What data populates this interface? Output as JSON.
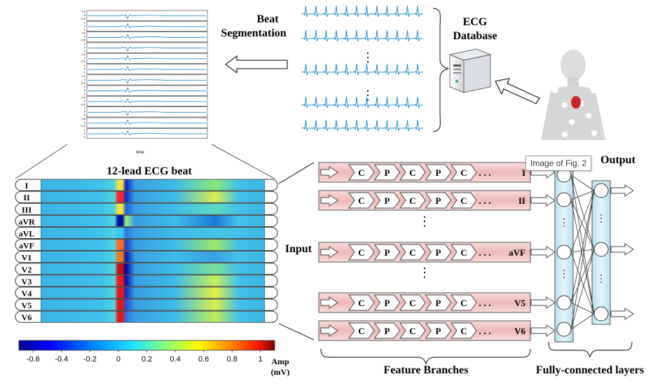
{
  "titles": {
    "beat_segmentation": [
      "Beat",
      "Segmentation"
    ],
    "ecg_database": [
      "ECG",
      "Database"
    ],
    "heatmap_title": "12-lead ECG beat",
    "input": "Input",
    "output": "Output",
    "feature_branches": "Feature Branches",
    "fc_layers": "Fully-connected layers",
    "amp_label": [
      "Amp",
      "(mV)"
    ],
    "time_label": "time"
  },
  "leads": [
    "I",
    "II",
    "III",
    "aVR",
    "aVL",
    "aVF",
    "V1",
    "V2",
    "V3",
    "V4",
    "V5",
    "V6"
  ],
  "branch_labels": [
    "I",
    "II",
    "aVF",
    "V5",
    "V6"
  ],
  "branch_blocks": [
    "C",
    "P",
    "C",
    "P",
    "C"
  ],
  "ellipsis": ". . .",
  "vertical_dots": "⋮",
  "colorbar": {
    "ticks": [
      "-0.6",
      "-0.4",
      "-0.2",
      "0",
      "0.2",
      "0.4",
      "0.6",
      "0.8",
      "1"
    ],
    "min": -0.7,
    "max": 1.1
  },
  "small_axis_labels": [
    "0.5",
    "0",
    "-0.5",
    "1",
    "0",
    "-1",
    "0.5",
    "0",
    "-0.5",
    "1",
    "0",
    "-1",
    "0.5",
    "0",
    "-0.5",
    "1",
    "0",
    "-1"
  ],
  "tooltip": "Image of Fig. 2",
  "colors": {
    "ecg_trace": "#2a8fd0",
    "branch_fill": "#f1c9c9",
    "fc_fill": "#cfe9f4",
    "heatmap_base": "#33b8e8"
  }
}
